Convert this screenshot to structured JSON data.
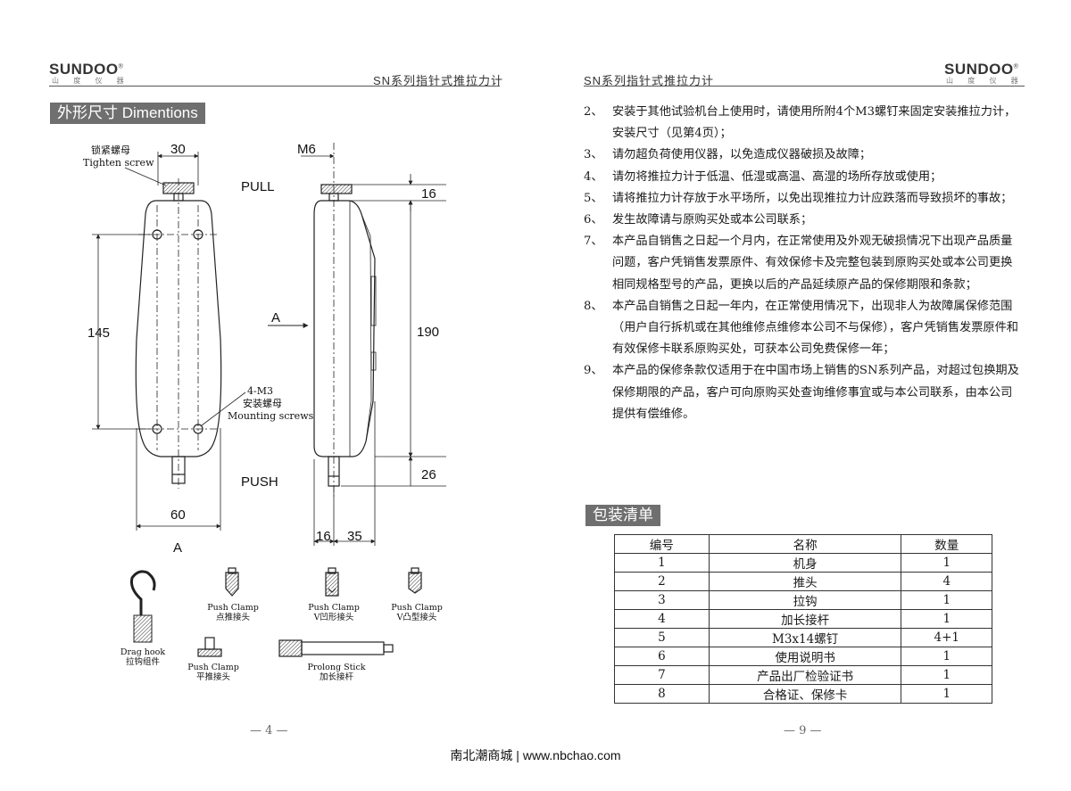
{
  "left_page": {
    "logo": "SUNDOO",
    "logo_sup": "®",
    "logo_sub": "山 度 仪 器",
    "header_title": "SN系列指针式推拉力计",
    "section_title": "外形尺寸  Dimentions",
    "page_number": "— 4 —",
    "diagram": {
      "dim_30": "30",
      "dim_m6": "M6",
      "dim_16": "16",
      "dim_145": "145",
      "dim_190": "190",
      "dim_26": "26",
      "dim_60": "60",
      "dim_16b": "16",
      "dim_35": "35",
      "pull": "PULL",
      "push": "PUSH",
      "view_a": "A",
      "arrow_a": "A",
      "tighten_cn": "锁紧螺母",
      "tighten_en": "Tighten screw",
      "mount_1": "4-M3",
      "mount_2": "安装螺母",
      "mount_3": "Mounting screws"
    },
    "accessories": {
      "hook_en": "Drag hook",
      "hook_cn": "拉钩组件",
      "clamp_point_en": "Push Clamp",
      "clamp_point_cn": "点推接头",
      "clamp_vconcave_en": "Push Clamp",
      "clamp_vconcave_cn": "V凹形接头",
      "clamp_vconvex_en": "Push Clamp",
      "clamp_vconvex_cn": "V凸型接头",
      "clamp_flat_en": "Push Clamp",
      "clamp_flat_cn": "平推接头",
      "stick_en": "Prolong Stick",
      "stick_cn": "加长接杆"
    }
  },
  "right_page": {
    "header_title": "SN系列指针式推拉力计",
    "logo": "SUNDOO",
    "logo_sup": "®",
    "logo_sub": "山 度 仪 器",
    "items": [
      {
        "num": "2、",
        "text": "安装于其他试验机台上使用时，请使用所附4个M3螺钉来固定安装推拉力计，安装尺寸（见第4页）；"
      },
      {
        "num": "3、",
        "text": "请勿超负荷使用仪器，以免造成仪器破损及故障；"
      },
      {
        "num": "4、",
        "text": "请勿将推拉力计于低温、低湿或高温、高湿的场所存放或使用；"
      },
      {
        "num": "5、",
        "text": "请将推拉力计存放于水平场所，以免出现推拉力计应跌落而导致损坏的事故；"
      },
      {
        "num": "6、",
        "text": "发生故障请与原购买处或本公司联系；"
      },
      {
        "num": "7、",
        "text": "本产品自销售之日起一个月内，在正常使用及外观无破损情况下出现产品质量问题，客户凭销售发票原件、有效保修卡及完整包装到原购买处或本公司更换相同规格型号的产品，更换以后的产品延续原产品的保修期限和条款；"
      },
      {
        "num": "8、",
        "text": "本产品自销售之日起一年内，在正常使用情况下，出现非人为故障属保修范围（用户自行拆机或在其他维修点维修本公司不与保修），客户凭销售发票原件和有效保修卡联系原购买处，可获本公司免费保修一年；"
      },
      {
        "num": "9、",
        "text": "本产品的保修条款仅适用于在中国市场上销售的SN系列产品，对超过包换期及保修期限的产品，客户可向原购买处查询维修事宜或与本公司联系，由本公司提供有偿维修。"
      }
    ],
    "section_title": "包装清单",
    "packing": {
      "headers": [
        "编号",
        "名称",
        "数量"
      ],
      "rows": [
        [
          "1",
          "机身",
          "1"
        ],
        [
          "2",
          "推头",
          "4"
        ],
        [
          "3",
          "拉钩",
          "1"
        ],
        [
          "4",
          "加长接杆",
          "1"
        ],
        [
          "5",
          "M3x14螺钉",
          "4+1"
        ],
        [
          "6",
          "使用说明书",
          "1"
        ],
        [
          "7",
          "产品出厂检验证书",
          "1"
        ],
        [
          "8",
          "合格证、保修卡",
          "1"
        ]
      ]
    },
    "page_number": "— 9 —"
  },
  "footer": "南北潮商城 | www.nbchao.com"
}
